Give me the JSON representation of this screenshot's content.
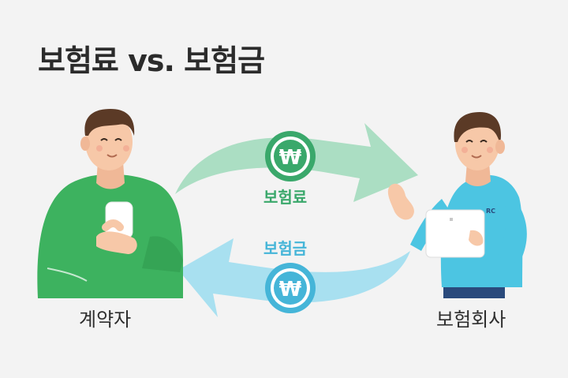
{
  "title": "보험료 vs. 보험금",
  "left_person": {
    "caption": "계약자",
    "shirt_color": "#3db25f"
  },
  "right_person": {
    "caption": "보험회사",
    "shirt_color": "#4cc5e2",
    "shirt_logo": "RC"
  },
  "top_flow": {
    "label": "보험료",
    "color": "#3aa86b",
    "arrow_color": "#a9dcc0",
    "coin_symbol": "₩",
    "direction": "left-to-right"
  },
  "bottom_flow": {
    "label": "보험금",
    "color": "#45b5d8",
    "arrow_color": "#a6deef",
    "coin_symbol": "₩",
    "direction": "right-to-left"
  },
  "background": "#f3f3f3"
}
